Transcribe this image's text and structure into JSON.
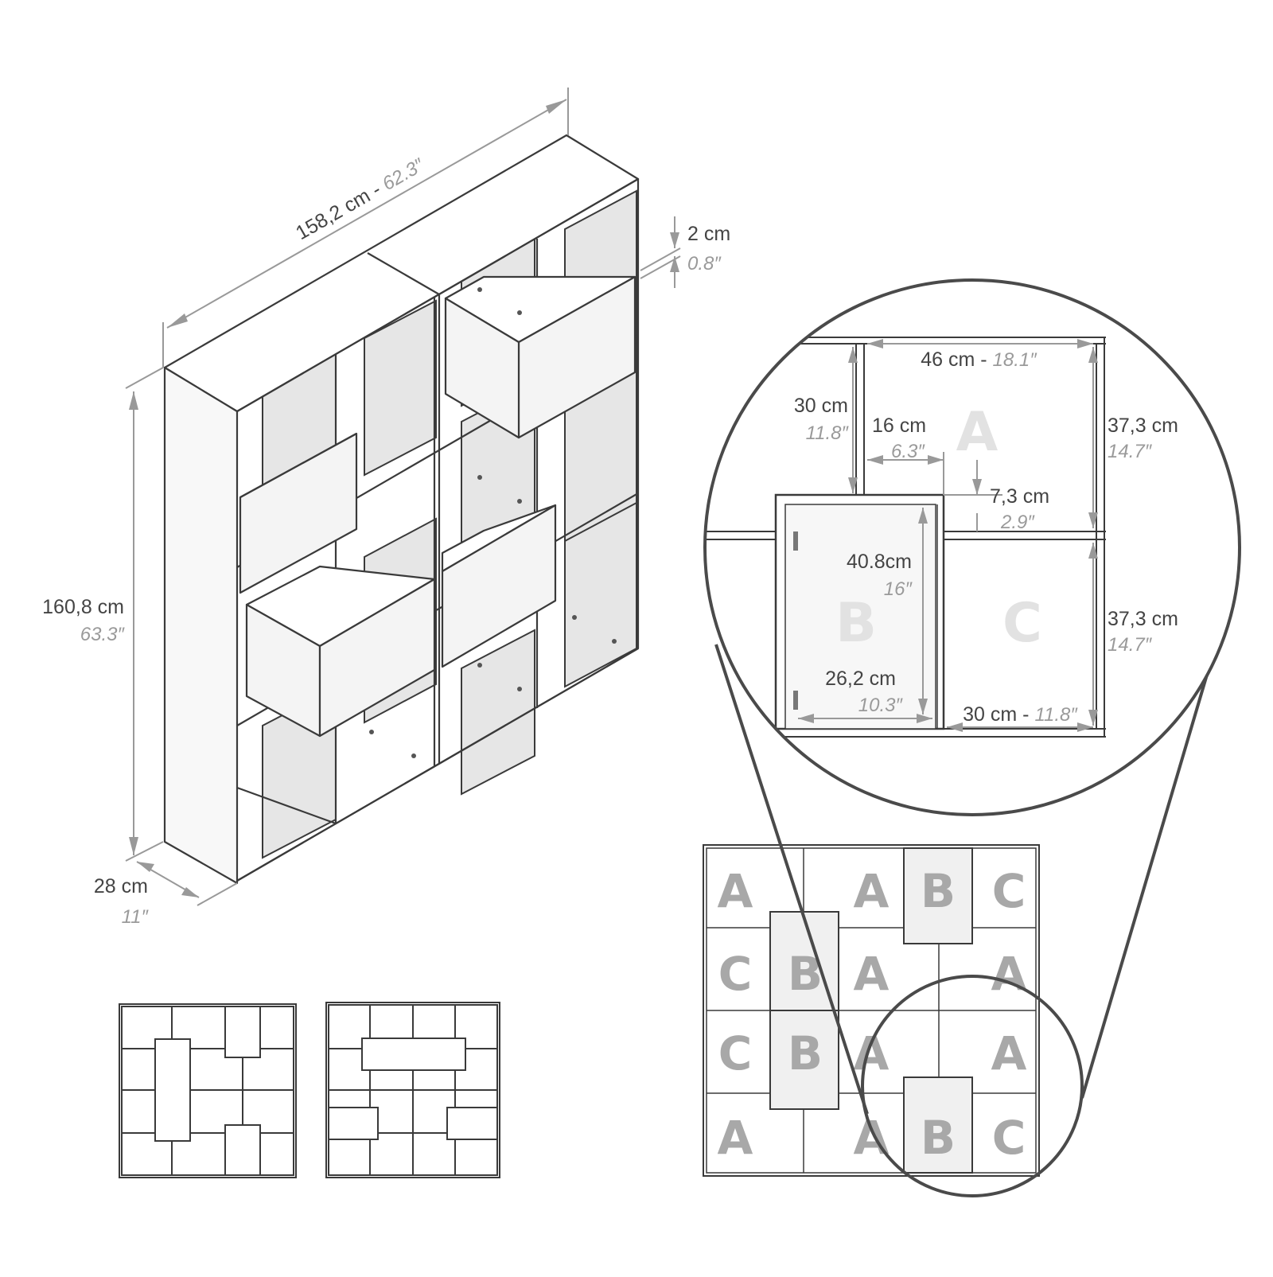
{
  "dimensions": {
    "width": {
      "metric": "158,2 cm",
      "sep": " - ",
      "imperial": "62.3″"
    },
    "height": {
      "metric": "160,8 cm",
      "imperial": "63.3″"
    },
    "depth": {
      "metric": "28 cm",
      "imperial": "11″"
    },
    "thickness": {
      "metric": "2 cm",
      "imperial": "0.8″"
    }
  },
  "detail": {
    "a_width": {
      "metric": "46 cm",
      "sep": " - ",
      "imperial": "18.1″"
    },
    "b_top_gap": {
      "metric": "30 cm",
      "imperial": "11.8″"
    },
    "b_offset": {
      "metric": "16 cm",
      "imperial": "6.3″"
    },
    "b_overlap": {
      "metric": "7,3 cm",
      "imperial": "2.9″"
    },
    "a_height": {
      "metric": "37,3 cm",
      "imperial": "14.7″"
    },
    "c_height": {
      "metric": "37,3 cm",
      "imperial": "14.7″"
    },
    "b_height": {
      "metric": "40.8cm",
      "imperial": "16″"
    },
    "b_width": {
      "metric": "26,2 cm",
      "imperial": "10.3″"
    },
    "c_width": {
      "metric": "30 cm",
      "sep": " - ",
      "imperial": "11.8″"
    },
    "labels": [
      "A",
      "B",
      "C"
    ]
  },
  "layout_grid": {
    "rows": [
      [
        "A",
        "A",
        "B",
        "C"
      ],
      [
        "C",
        "B",
        "A",
        "A"
      ],
      [
        "C",
        "B",
        "A",
        "A"
      ],
      [
        "A",
        "A",
        "B",
        "C"
      ]
    ]
  },
  "colors": {
    "line": "#3a3a3a",
    "dimension": "#999999",
    "label": "#a8a8a8",
    "box_fill": "#f0f0f0",
    "panel_fill": "#f7f7f7"
  }
}
